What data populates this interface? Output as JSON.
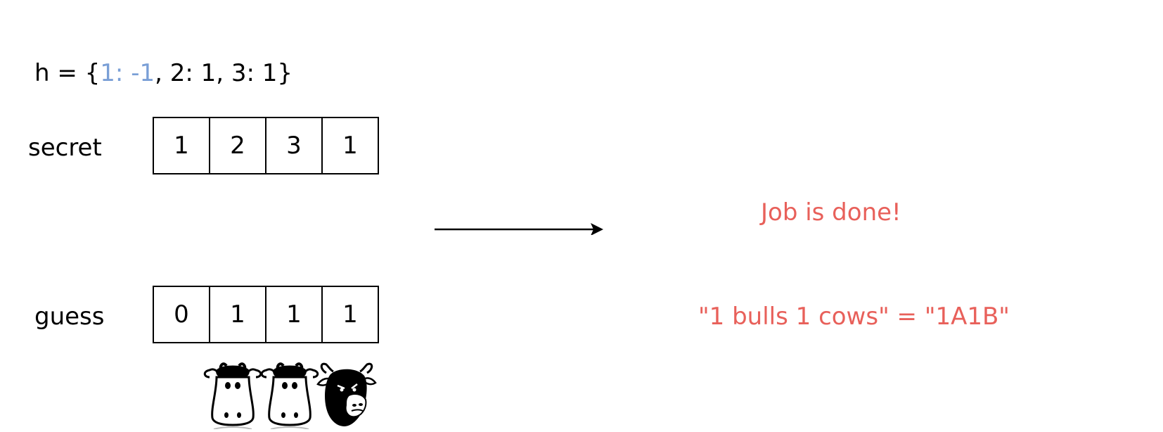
{
  "hash": {
    "prefix": "h = {",
    "highlight_key": "1:",
    "highlight_val": "-1",
    "rest": ", 2: 1, 3: 1}"
  },
  "rows": {
    "secret": {
      "label": "secret",
      "cells": [
        "1",
        "2",
        "3",
        "1"
      ]
    },
    "guess": {
      "label": "guess",
      "cells": [
        "0",
        "1",
        "1",
        "1"
      ]
    }
  },
  "result": {
    "status": "Job is done!",
    "answer": "\"1 bulls 1 cows\" = \"1A1B\""
  },
  "animals": [
    "cow-icon",
    "cow-icon",
    "bull-icon"
  ],
  "colors": {
    "highlight": "#7a9fd6",
    "result_text": "#e8605a"
  }
}
